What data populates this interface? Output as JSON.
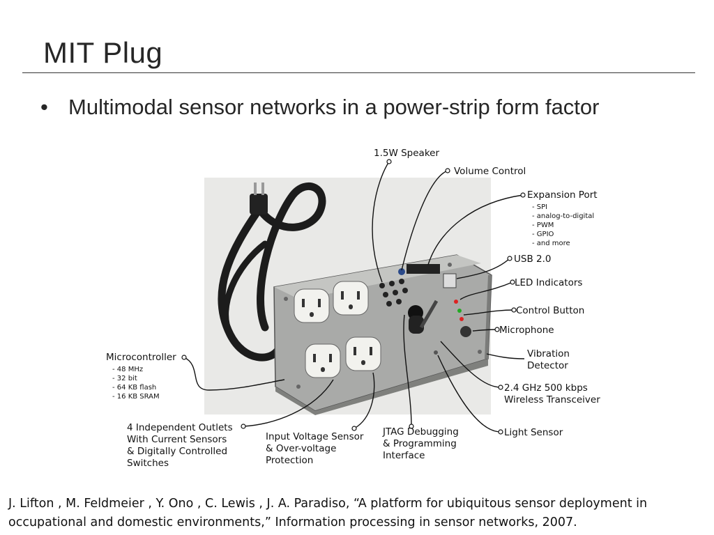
{
  "slide": {
    "title": "MIT Plug",
    "bullet": "Multimodal sensor networks in a power-strip form factor",
    "citation": "J. Lifton , M. Feldmeier , Y. Ono , C. Lewis , J. A. Paradiso, “A platform for ubiquitous sensor deployment in occupational and domestic environments,” Information processing in sensor networks,  2007."
  },
  "labels": {
    "speaker": "1.5W Speaker",
    "volume": "Volume Control",
    "expansion": "Expansion Port",
    "expansion_items": [
      "- SPI",
      "- analog-to-digital",
      "- PWM",
      "- GPIO",
      "- and more"
    ],
    "usb": "USB 2.0",
    "led": "LED Indicators",
    "control_button": "Control Button",
    "microphone": "Microphone",
    "vibration_1": "Vibration",
    "vibration_2": "Detector",
    "wireless_1": "2.4 GHz 500 kbps",
    "wireless_2": "Wireless Transceiver",
    "light_sensor": "Light Sensor",
    "jtag_1": "JTAG Debugging",
    "jtag_2": "& Programming",
    "jtag_3": "Interface",
    "input_voltage_1": "Input Voltage Sensor",
    "input_voltage_2": "& Over-voltage",
    "input_voltage_3": "Protection",
    "outlets_1": "4 Independent Outlets",
    "outlets_2": "With Current Sensors",
    "outlets_3": "& Digitally Controlled",
    "outlets_4": "Switches",
    "microcontroller": "Microcontroller",
    "micro_items": [
      "- 48 MHz",
      "- 32 bit",
      "- 64 KB flash",
      "- 16 KB SRAM"
    ]
  }
}
